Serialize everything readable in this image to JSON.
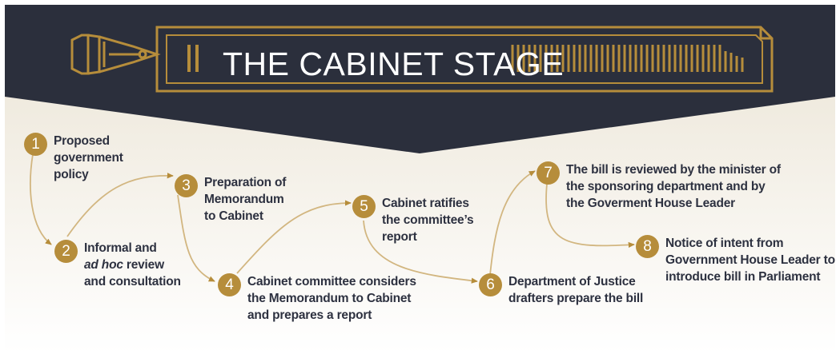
{
  "title": "THE CABINET STAGE",
  "colors": {
    "navy": "#2b2f3c",
    "gold": "#b68d3b",
    "text": "#2d3140",
    "cream": "#f1ece1"
  },
  "icons": [
    "fountain-pen-nib-icon",
    "scroll-banner"
  ],
  "steps": [
    {
      "number": "1",
      "lines": [
        "Proposed",
        "government",
        "policy"
      ]
    },
    {
      "number": "2",
      "lines": [
        "Informal and",
        "ad hoc review",
        "and consultation"
      ],
      "italic_part": "ad hoc",
      "rest_part": " review"
    },
    {
      "number": "3",
      "lines": [
        "Preparation of",
        "Memorandum",
        "to Cabinet"
      ]
    },
    {
      "number": "4",
      "lines": [
        "Cabinet committee considers",
        "the Memorandum to Cabinet",
        "and prepares a report"
      ]
    },
    {
      "number": "5",
      "lines": [
        "Cabinet ratifies",
        "the committee’s",
        "report"
      ]
    },
    {
      "number": "6",
      "lines": [
        "Department of Justice",
        "drafters prepare the bill"
      ]
    },
    {
      "number": "7",
      "lines": [
        "The bill is reviewed by the minister of",
        "the sponsoring department and by",
        "the Goverment House Leader"
      ]
    },
    {
      "number": "8",
      "lines": [
        "Notice of intent from",
        "Government House Leader to",
        "introduce bill in Parliament"
      ]
    }
  ]
}
